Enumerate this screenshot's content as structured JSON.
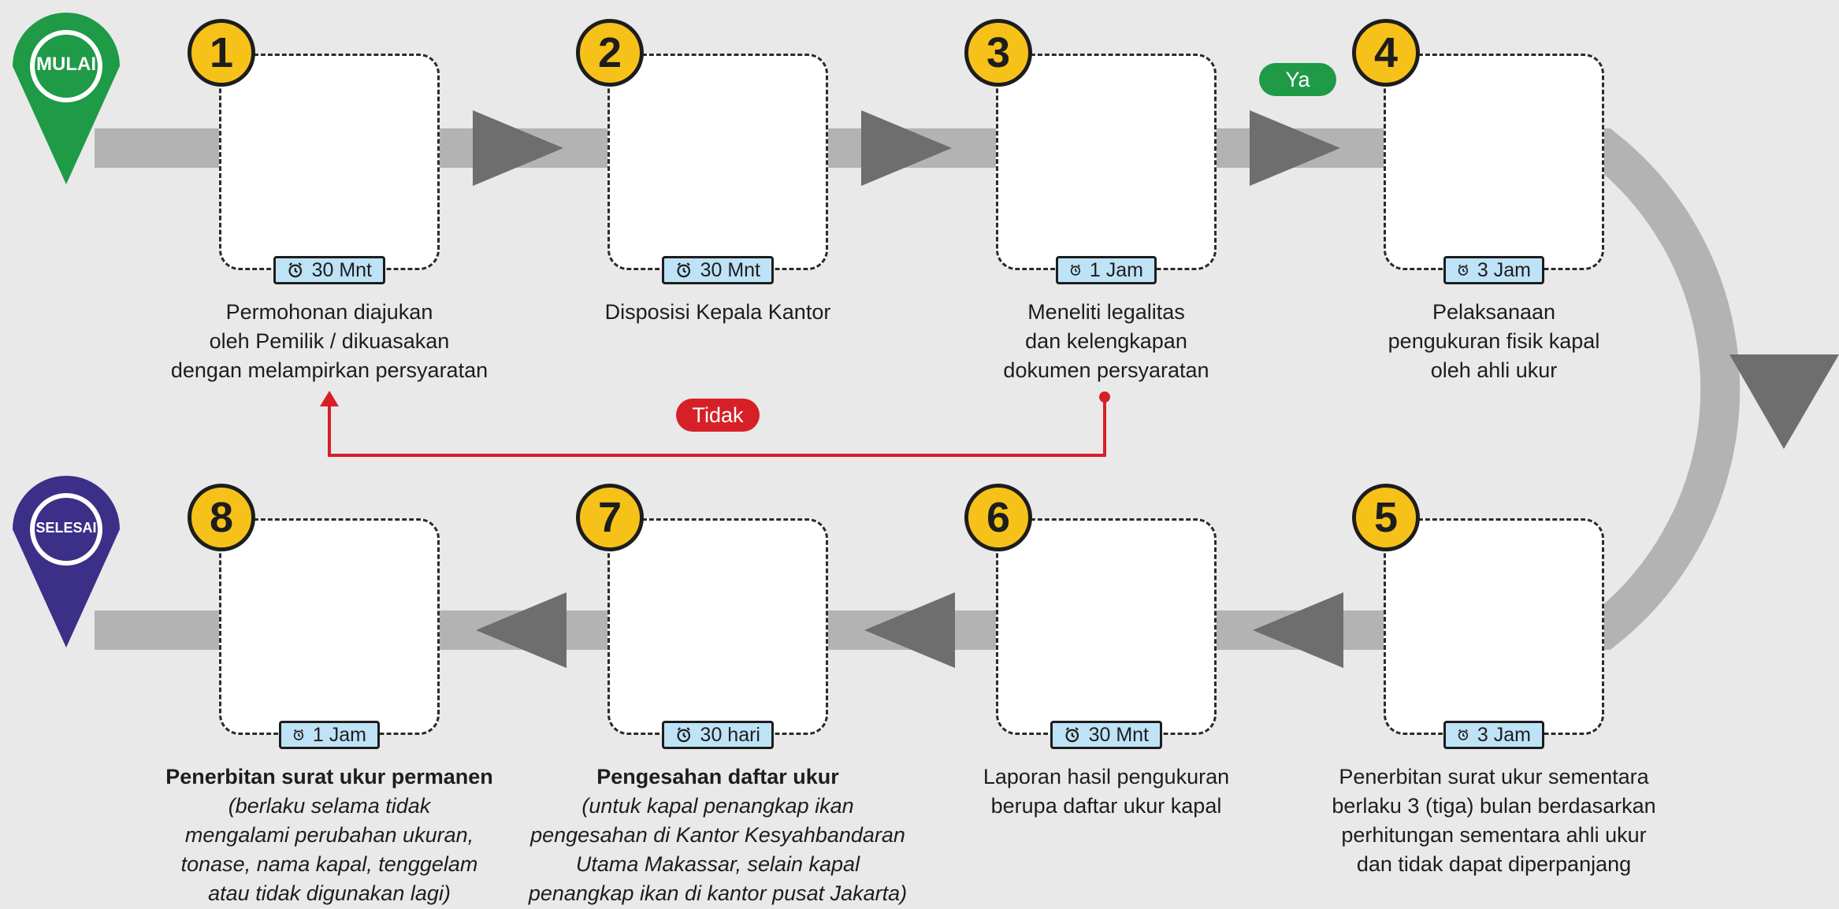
{
  "start_label": "MULAI",
  "end_label": "SELESAI",
  "yes_label": "Ya",
  "no_label": "Tidak",
  "colors": {
    "badge": "#f6c21a",
    "time_bg": "#bfe3f6",
    "start_pin": "#1f9a47",
    "end_pin": "#3b2f88",
    "yes_pill": "#1f9a47",
    "no_pill": "#d62027",
    "arrow": "#b3b3b3",
    "arrow_head": "#6e6e6e"
  },
  "steps": [
    {
      "number": "1",
      "time": "30 Mnt",
      "icon": "desk-application-icon",
      "lines": [
        "Permohonan diajukan",
        "oleh Pemilik / dikuasakan",
        "dengan melampirkan persyaratan"
      ]
    },
    {
      "number": "2",
      "time": "30 Mnt",
      "icon": "desk-signing-icon",
      "lines": [
        "Disposisi Kepala Kantor"
      ]
    },
    {
      "number": "3",
      "time": "1 Jam",
      "icon": "document-review-icon",
      "lines": [
        "Meneliti legalitas",
        "dan kelengkapan",
        "dokumen persyaratan"
      ]
    },
    {
      "number": "4",
      "time": "3 Jam",
      "icon": "ship-measurement-icon",
      "lines": [
        "Pelaksanaan",
        "pengukuran fisik kapal",
        "oleh ahli ukur"
      ]
    },
    {
      "number": "5",
      "time": "3 Jam",
      "icon": "certificate-handshake-icon",
      "lines": [
        "Penerbitan surat ukur sementara",
        "berlaku 3 (tiga) bulan berdasarkan",
        "perhitungan sementara ahli ukur",
        "dan tidak dapat diperpanjang"
      ]
    },
    {
      "number": "6",
      "time": "30 Mnt",
      "icon": "report-handover-icon",
      "lines": [
        "Laporan hasil pengukuran",
        "berupa daftar ukur kapal"
      ]
    },
    {
      "number": "7",
      "time": "30 hari",
      "icon": "plan-approval-icon",
      "title": "Pengesahan daftar ukur",
      "italic": [
        "(untuk kapal penangkap ikan",
        "pengesahan di Kantor Kesyahbandaran",
        "Utama Makassar, selain kapal",
        "penangkap ikan di kantor pusat Jakarta)"
      ]
    },
    {
      "number": "8",
      "time": "1 Jam",
      "icon": "certificate-handshake-icon",
      "title": "Penerbitan surat ukur permanen",
      "italic": [
        "(berlaku selama tidak",
        "mengalami perubahan ukuran,",
        "tonase, nama kapal, tenggelam",
        "atau tidak digunakan lagi)"
      ]
    }
  ]
}
